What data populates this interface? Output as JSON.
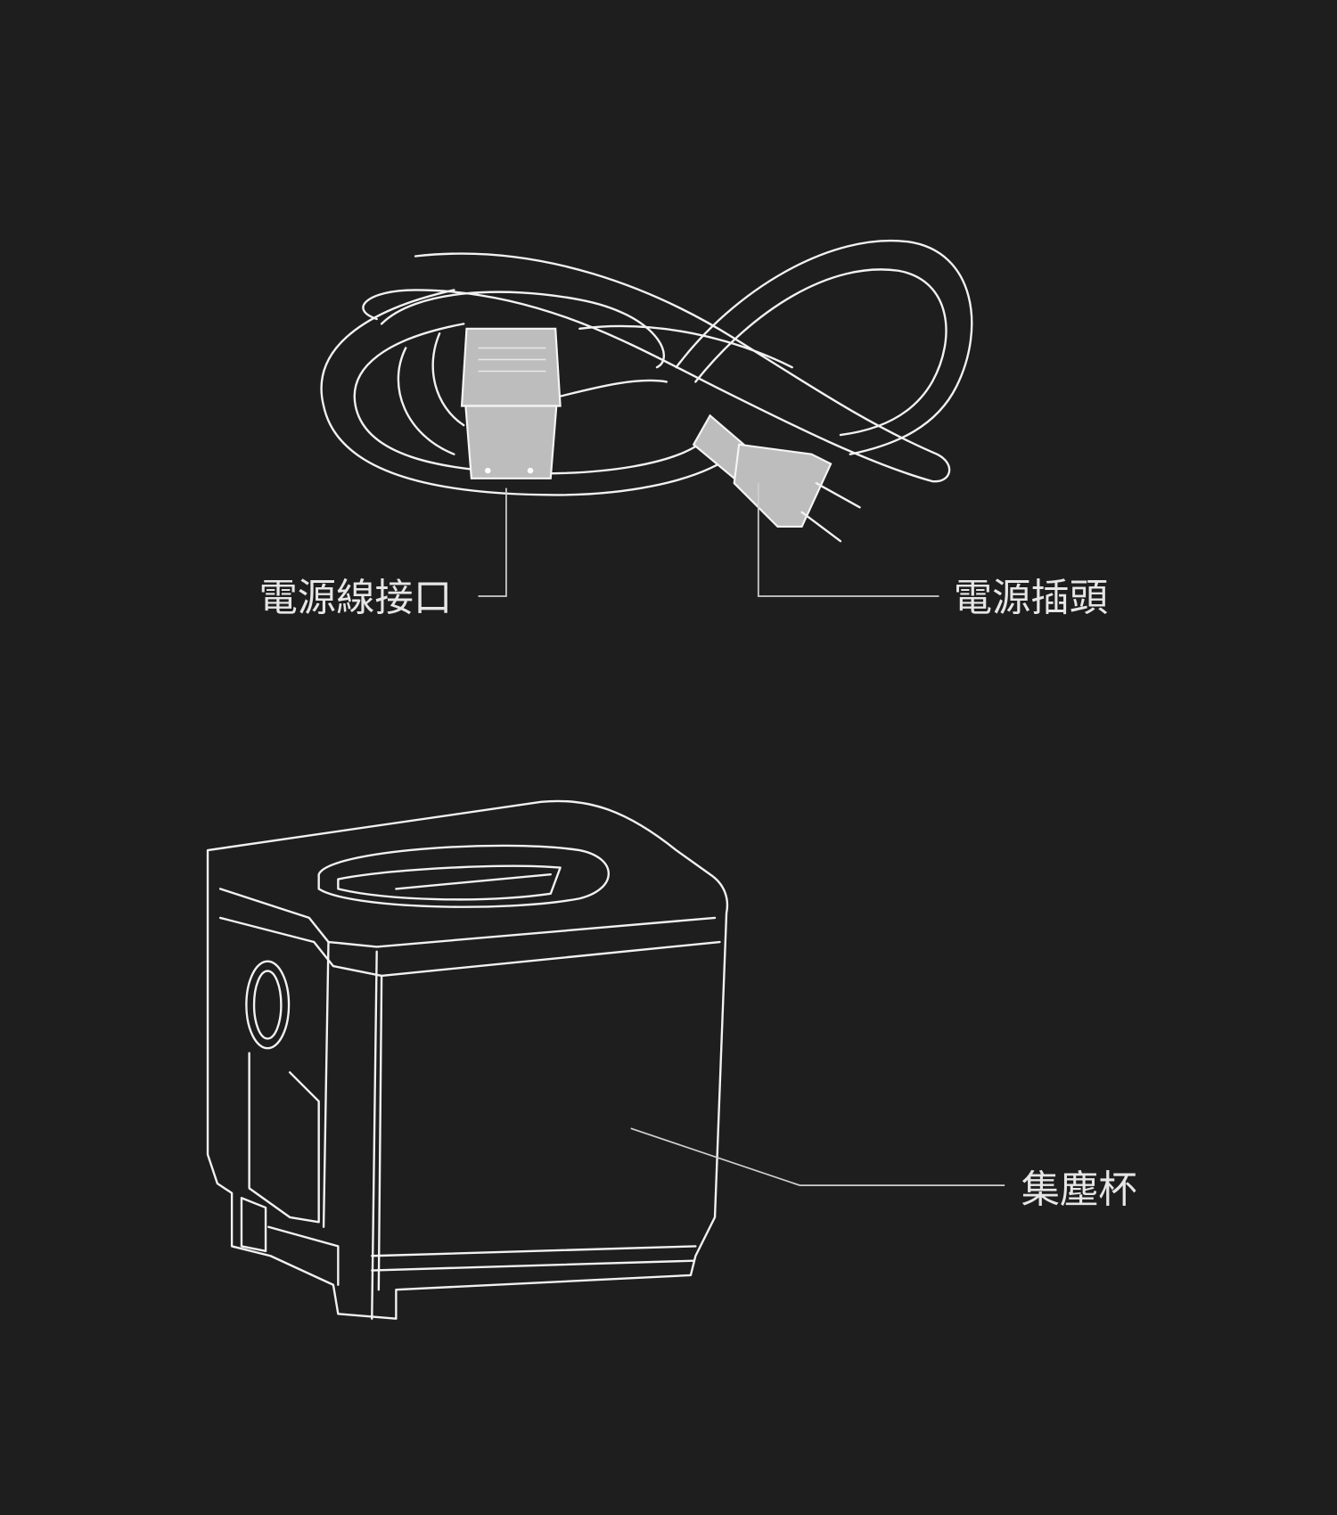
{
  "labels": {
    "cord_connector": "電源線接口",
    "power_plug": "電源插頭",
    "dust_cup": "集塵杯"
  },
  "colors": {
    "background": "#1e1e1e",
    "line": "#f2f2f2",
    "plug_fill": "#bdbdbd"
  }
}
